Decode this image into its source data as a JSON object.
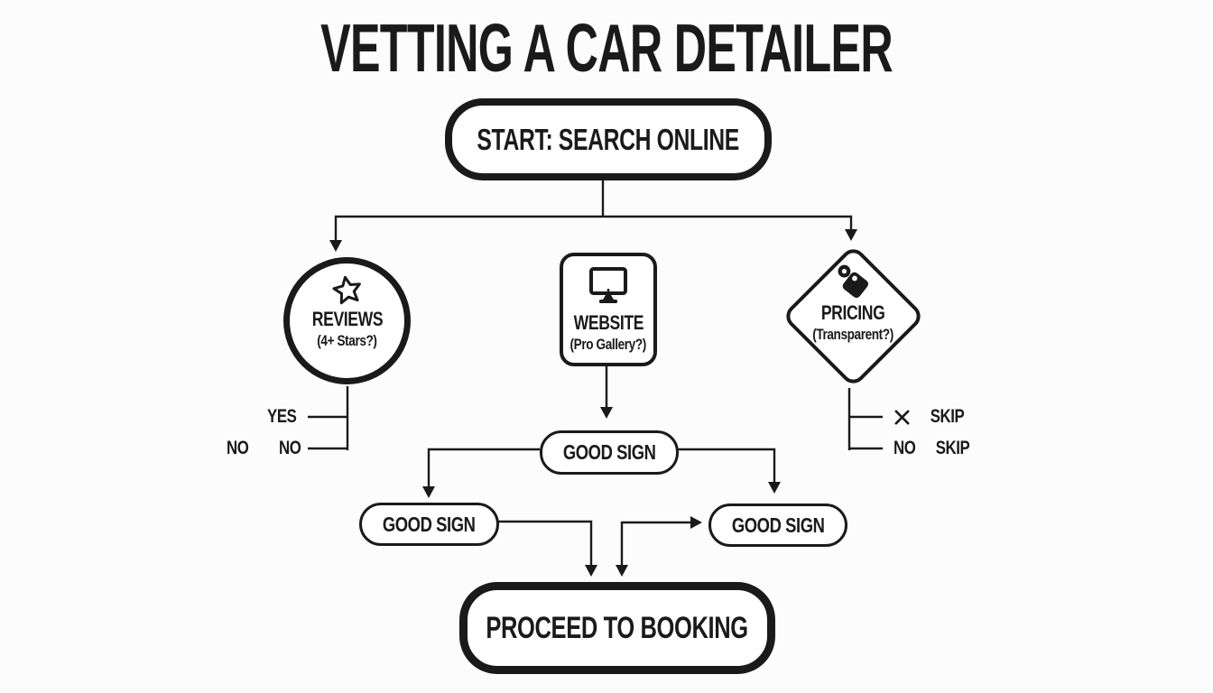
{
  "title": "VETTING A CAR DETAILER",
  "start": {
    "label": "START: SEARCH ONLINE"
  },
  "nodes": {
    "reviews": {
      "label": "REVIEWS",
      "sublabel": "(4+ Stars?)",
      "icon": "star"
    },
    "website": {
      "label": "WEBSITE",
      "sublabel": "(Pro Gallery?)",
      "icon": "monitor"
    },
    "pricing": {
      "label": "PRICING",
      "sublabel": "(Transparent?)",
      "icon": "price-tag"
    }
  },
  "branches": {
    "reviews": {
      "yes": "YES",
      "no_outer": "NO",
      "no_inner": "NO"
    },
    "pricing": {
      "x_mark_icon": "x-mark",
      "skip_top": "SKIP",
      "no": "NO",
      "skip_bottom": "SKIP"
    }
  },
  "good_signs": {
    "center": "GOOD SIGN",
    "left": "GOOD SIGN",
    "right": "GOOD SIGN"
  },
  "end": {
    "label": "PROCEED TO BOOKING"
  },
  "colors": {
    "ink": "#1a1a1a",
    "background": "#fcfcfc"
  }
}
